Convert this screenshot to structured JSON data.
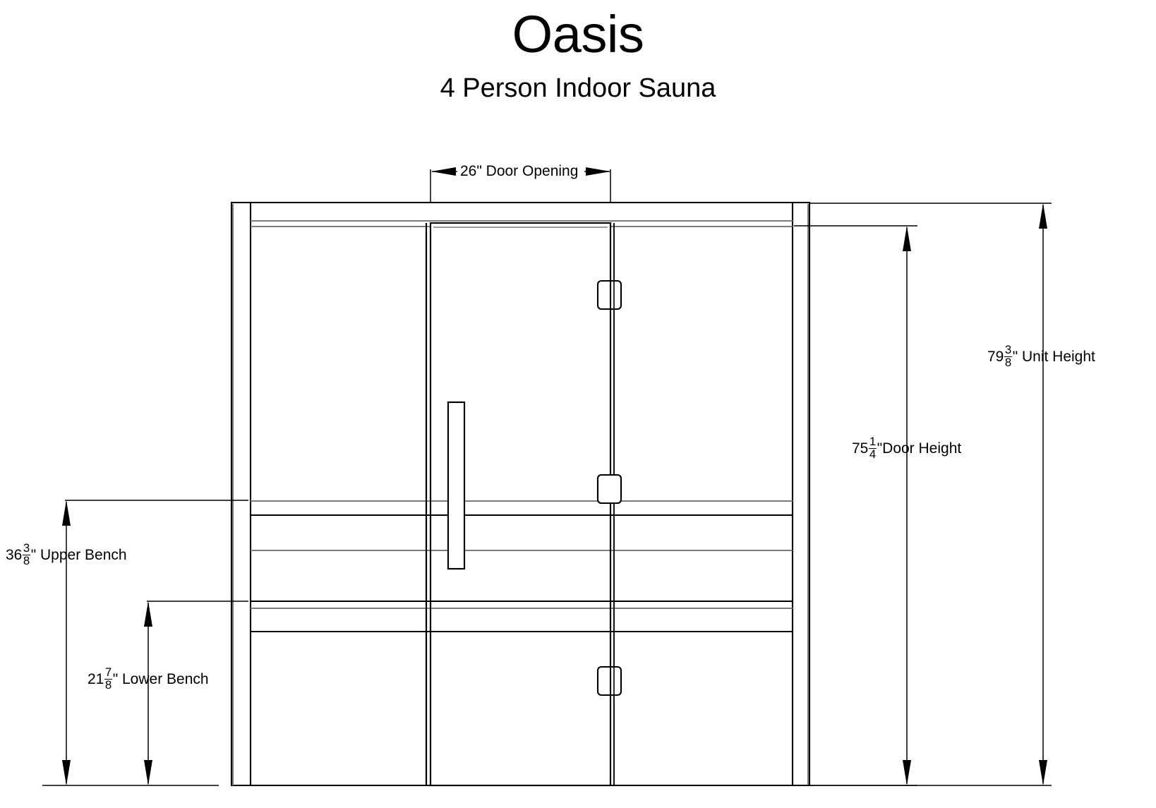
{
  "header": {
    "title": "Oasis",
    "subtitle": "4 Person Indoor Sauna"
  },
  "dimensions": {
    "door_opening": {
      "whole": "26",
      "suffix": "\" Door Opening",
      "label": "26\" Door Opening"
    },
    "unit_height": {
      "whole": "79",
      "num": "3",
      "den": "8",
      "suffix": "\" Unit Height",
      "label": "79 3/8\" Unit Height"
    },
    "door_height": {
      "whole": "75",
      "num": "1",
      "den": "4",
      "suffix": "\"Door Height",
      "label": "75 1/4\"Door Height"
    },
    "upper_bench": {
      "whole": "36",
      "num": "3",
      "den": "8",
      "suffix": "\" Upper Bench",
      "label": "36 3/8\" Upper Bench"
    },
    "lower_bench": {
      "whole": "21",
      "num": "7",
      "den": "8",
      "suffix": "\" Lower Bench",
      "label": "21 7/8\" Lower Bench"
    }
  },
  "drawing": {
    "view": "front-elevation",
    "components": [
      "left-wall-panel",
      "right-wall-panel",
      "glass-door",
      "door-handle",
      "door-hinge-top",
      "door-hinge-middle",
      "door-hinge-bottom",
      "upper-bench",
      "lower-bench",
      "top-rail"
    ]
  },
  "colors": {
    "line": "#000000",
    "secondary_line": "#7b7b7b",
    "background": "#ffffff"
  }
}
